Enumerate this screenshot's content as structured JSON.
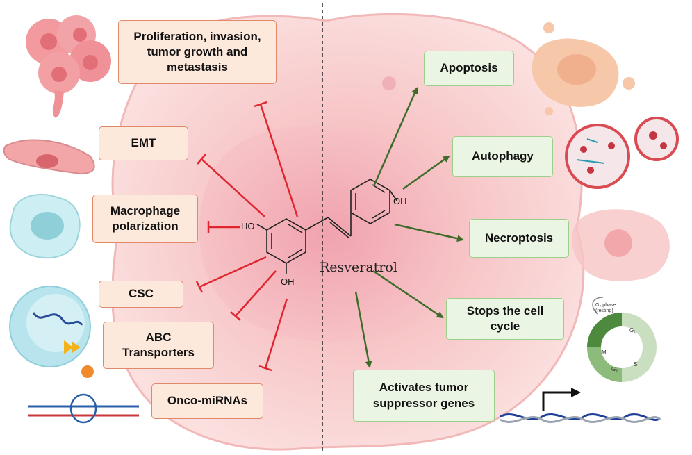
{
  "center": {
    "compound": "Resveratrol",
    "hydroxyl_top": "OH",
    "hydroxyl_left": "HO",
    "hydroxyl_bottom": "OH"
  },
  "inhibited": [
    "Proliferation, invasion,\ntumor growth and\nmetastasis",
    "EMT",
    "Macrophage\npolarization",
    "CSC",
    "ABC\nTransporters",
    "Onco-miRNAs"
  ],
  "induced": [
    "Apoptosis",
    "Autophagy",
    "Necroptosis",
    "Stops the cell\ncycle",
    "Activates tumor\nsuppressor genes"
  ],
  "cell_cycle": {
    "g0_label": "G₀ phase\n(resting)",
    "phases": [
      "G₁",
      "S",
      "G₂",
      "M"
    ]
  },
  "colors": {
    "inhibit_arrow": "#e0252f",
    "induce_arrow": "#3f6b2a",
    "inhibit_box_fill": "#fde8dc",
    "inhibit_box_border": "#e08a6a",
    "induce_box_fill": "#eaf6e3",
    "induce_box_border": "#9ccf8a",
    "cell_background": "#f6c7c7"
  }
}
